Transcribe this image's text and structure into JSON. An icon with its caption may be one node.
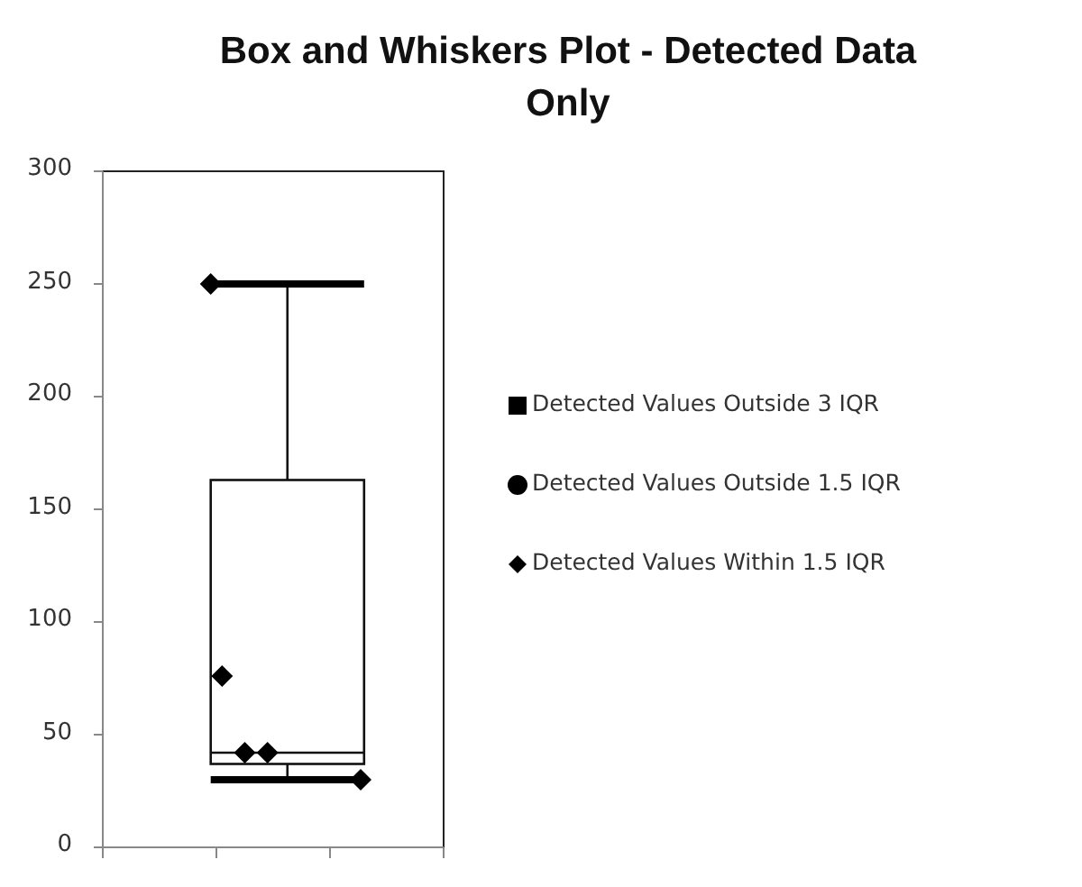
{
  "diagram": {
    "title": "Box and Whiskers Plot - Detected Data Only",
    "labels": [
      "300",
      "250",
      "200",
      "150",
      "100",
      "50",
      "0"
    ],
    "legend": [
      {
        "text": "Detected Values Outside 3 IQR"
      },
      {
        "text": "Detected Values Outside 1.5 IQR"
      },
      {
        "text": "Detected Values Within 1.5 IQR"
      }
    ]
  }
}
